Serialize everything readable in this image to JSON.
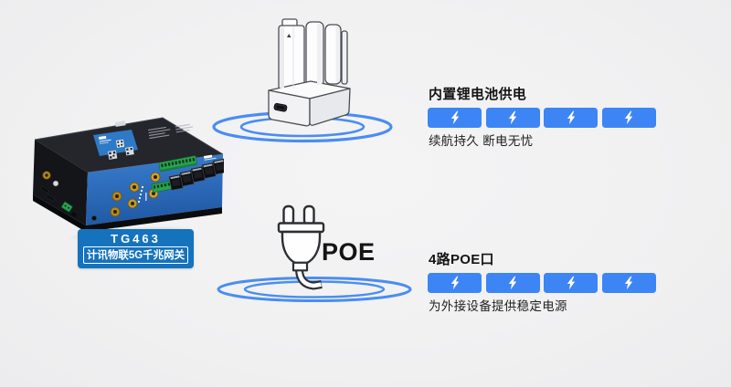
{
  "page": {
    "background": "#f1f1f2"
  },
  "device": {
    "model": "TG463",
    "name": "计讯物联5G千兆网关"
  },
  "illustrations": {
    "battery_charger": "battery-pack-on-charging-dock-line-drawing",
    "power_plug": "power-plug-line-drawing",
    "router": "industrial-5g-gateway-photo",
    "signal_ripple": "concentric-blue-ellipses"
  },
  "poe_plug": {
    "label": "POE"
  },
  "features": [
    {
      "title": "内置锂电池供电",
      "caption": "续航持久 断电无忧",
      "bolt_count": 4
    },
    {
      "title": "4路POE口",
      "caption": "为外接设备提供稳定电源",
      "bolt_count": 4
    }
  ],
  "icons": {
    "lightning_bolt": "white-bolt-on-blue-rounded-rect"
  },
  "colors": {
    "accent_blue": "#3d85f4",
    "ripple_blue": "#4a8df2",
    "badge_blue": "#1573bd",
    "panel_blue": "#2e6fc0",
    "text_dark": "#141414",
    "background": "#f1f1f2"
  }
}
